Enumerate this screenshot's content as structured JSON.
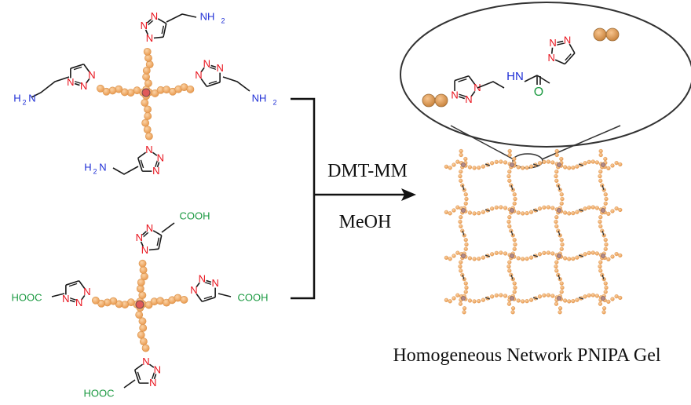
{
  "colors": {
    "bead": "#f0b06e",
    "bead_edge": "#d9914a",
    "nitrogen": "#e8111b",
    "amine": "#1f2fd6",
    "acid": "#1a9940",
    "bond": "#1a1a1a",
    "node": "#b08a8a",
    "node_core": "#e05a5a"
  },
  "star_amine": {
    "groups": [
      {
        "n1": "N",
        "n2": "N",
        "n3": "N",
        "amine": "NH",
        "sub": "2"
      },
      {
        "n1": "N",
        "n2": "N",
        "n3": "N",
        "amine": "H",
        "sub": "2",
        "amine_suffix": "N"
      },
      {
        "n1": "N",
        "n2": "N",
        "n3": "N",
        "amine": "NH",
        "sub": "2"
      },
      {
        "n1": "N",
        "n2": "N",
        "n3": "N",
        "amine": "H",
        "sub": "2",
        "amine_suffix": "N"
      }
    ]
  },
  "star_acid": {
    "groups": [
      {
        "n1": "N",
        "n2": "N",
        "n3": "N",
        "acid": "COOH"
      },
      {
        "n1": "N",
        "n2": "N",
        "n3": "N",
        "acid": "HOOC"
      },
      {
        "n1": "N",
        "n2": "N",
        "n3": "N",
        "acid": "COOH"
      },
      {
        "n1": "N",
        "n2": "N",
        "n3": "N",
        "acid": "HOOC"
      }
    ]
  },
  "reaction": {
    "reagent": "DMT-MM",
    "solvent": "MeOH"
  },
  "zoom": {
    "amide_nh": "HN",
    "amide_o": "O",
    "n": "N"
  },
  "product": {
    "label": "Homogeneous Network PNIPA Gel"
  }
}
